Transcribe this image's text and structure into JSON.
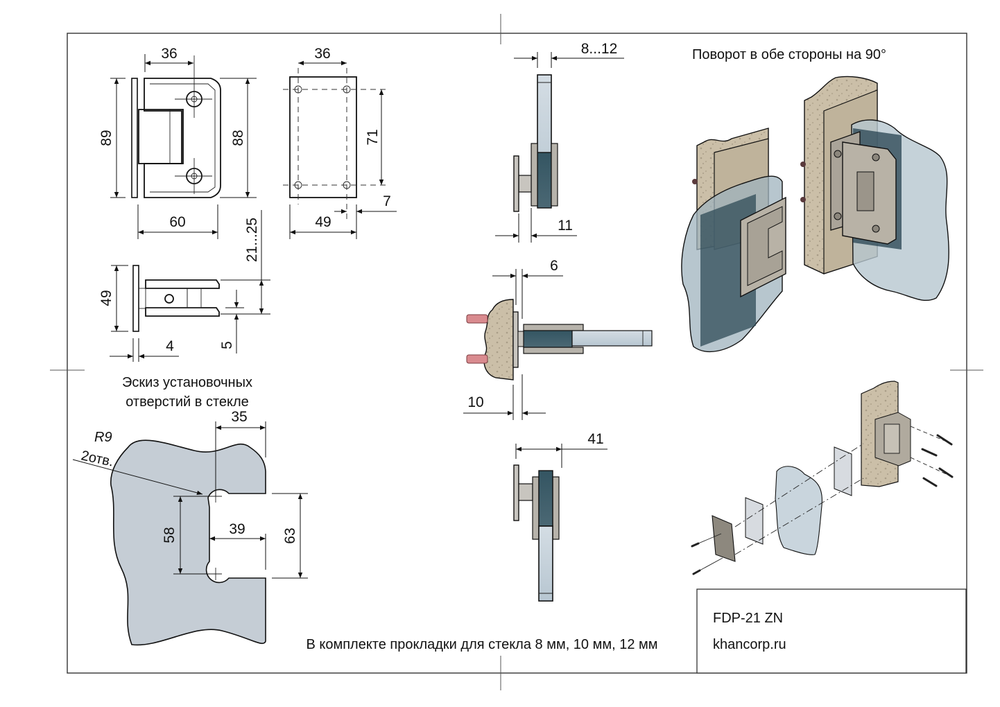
{
  "sheet": {
    "product_code": "FDP-21 ZN",
    "website": "khancorp.ru",
    "kit_note": "В комплекте прокладки для стекла 8 мм, 10 мм, 12 мм",
    "rotation_note": "Поворот в обе стороны на 90°",
    "glass_cutout_title_line1": "Эскиз установочных",
    "glass_cutout_title_line2": "отверстий в стекле"
  },
  "colors": {
    "glass_light": "#c9d5dd",
    "glass_dark": "#2e4a57",
    "cutout_fill": "#c5cdd5",
    "metal": "#b9b4ab",
    "stone": "#cfc3ad",
    "dowel": "#d98b8f"
  },
  "front_view": {
    "dim_top_width": "36",
    "dim_total_height": "89",
    "dim_body_height": "88",
    "dim_bottom_width": "60"
  },
  "mount_plate_view": {
    "dim_top_width": "36",
    "dim_hole_spacing": "71",
    "dim_bottom_width": "49",
    "dim_edge_offset": "7"
  },
  "top_view": {
    "dim_height": "49",
    "dim_gap_range": "21...25",
    "dim_plate_thickness": "4",
    "dim_offset": "5"
  },
  "glass_cutout": {
    "radius_label": "R9",
    "holes_label": "2отв.",
    "dim_hole_to_edge": "35",
    "dim_hole_spacing": "58",
    "dim_notch_depth": "39",
    "dim_notch_height": "63"
  },
  "side_view_1": {
    "dim_glass_thickness": "8...12",
    "dim_offset": "11"
  },
  "side_view_2": {
    "dim_gap": "6",
    "dim_wall_offset": "10"
  },
  "side_view_3": {
    "dim_depth": "41"
  }
}
